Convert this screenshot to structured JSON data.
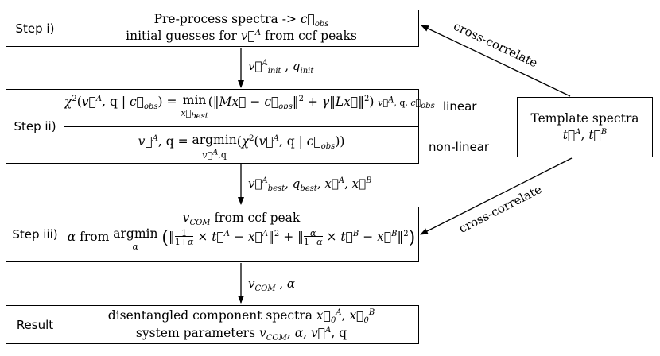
{
  "steps": {
    "step1": {
      "label": "Step i)",
      "line1": "Pre-process spectra -> c⃗obs",
      "line2": "initial guesses for v⃗A from ccf peaks"
    },
    "step2": {
      "label": "Step ii)",
      "linear_eq": "χ²(v⃗A, q | c⃗obs) = min (‖Mx⃗ − c⃗obs‖² + γ‖Lx⃗‖²) v⃗A, q, c⃗obs",
      "linear_sub": "x⃗best",
      "nonlinear_eq": "v⃗A, q = argmin(χ²(v⃗A, q | c⃗obs))",
      "nonlinear_sub": "v⃗A,q"
    },
    "step3": {
      "label": "Step iii)",
      "line1": "vCOM from ccf peak",
      "line2": "α from argmin (‖ 1/(1+α) × t⃗A − x⃗A ‖² + ‖ α/(1+α) × t⃗B − x⃗B ‖²)",
      "line2_sub": "α"
    },
    "result": {
      "label": "Result",
      "line1": "disentangled component spectra x⃗0A, x⃗0B",
      "line2": "system parameters vCOM, α, v⃗A, q"
    }
  },
  "template": {
    "line1": "Template spectra",
    "line2": "t⃗A, t⃗B"
  },
  "side_labels": {
    "linear": "linear",
    "nonlinear": "non-linear"
  },
  "edges": {
    "e1": "v⃗A init , q init",
    "e2": "v⃗A best , q best , x⃗A , x⃗B",
    "e3": "vCOM , α",
    "cc_top": "cross-correlate",
    "cc_bottom": "cross-correlate"
  }
}
